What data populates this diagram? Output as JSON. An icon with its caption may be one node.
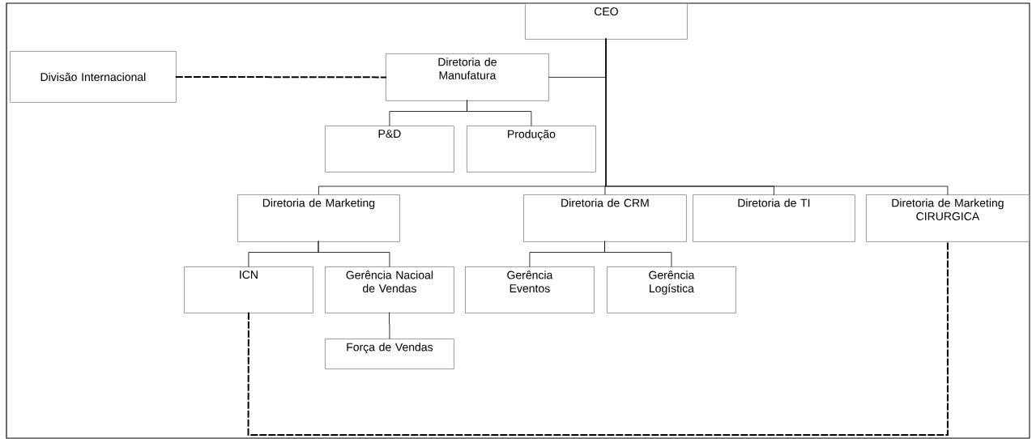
{
  "diagram": {
    "nodes": [
      {
        "text": [
          "CEO"
        ]
      },
      {
        "text": [
          "Divisão Internacional"
        ]
      },
      {
        "text": [
          "Diretoria de Manufatura"
        ]
      },
      {
        "text": [
          "P&D"
        ]
      },
      {
        "text": [
          "Produção"
        ]
      },
      {
        "text": [
          "Diretoria de Marketing"
        ]
      },
      {
        "text": [
          "Diretoria de CRM"
        ]
      },
      {
        "text": [
          "Diretoria de TI"
        ]
      },
      {
        "text": [
          "Diretoria de Marketing CIRURGICA"
        ]
      },
      {
        "text": [
          "ICN"
        ]
      },
      {
        "text": [
          "Gerência Nacioal de Vendas"
        ]
      },
      {
        "text": [
          "Gerência Eventos"
        ]
      },
      {
        "text": [
          "Gerência Logística"
        ]
      },
      {
        "text": [
          "Força de Vendas"
        ]
      }
    ],
    "edges": [
      {
        "from": 0,
        "to": 2,
        "arrow": "none"
      },
      {
        "from": 0,
        "to": 5,
        "arrow": "none"
      },
      {
        "from": 0,
        "to": 6,
        "arrow": "none"
      },
      {
        "from": 0,
        "to": 7,
        "arrow": "none"
      },
      {
        "from": 0,
        "to": 8,
        "arrow": "none"
      },
      {
        "from": 1,
        "to": 2,
        "arrow": "none",
        "style": "dashed"
      },
      {
        "from": 2,
        "to": 3,
        "arrow": "none"
      },
      {
        "from": 2,
        "to": 4,
        "arrow": "none"
      },
      {
        "from": 5,
        "to": 9,
        "arrow": "none"
      },
      {
        "from": 5,
        "to": 10,
        "arrow": "none"
      },
      {
        "from": 6,
        "to": 11,
        "arrow": "none"
      },
      {
        "from": 6,
        "to": 12,
        "arrow": "none"
      },
      {
        "from": 10,
        "to": 13,
        "arrow": "none"
      },
      {
        "from": 9,
        "to": 8,
        "arrow": "none",
        "style": "dashed"
      }
    ]
  }
}
